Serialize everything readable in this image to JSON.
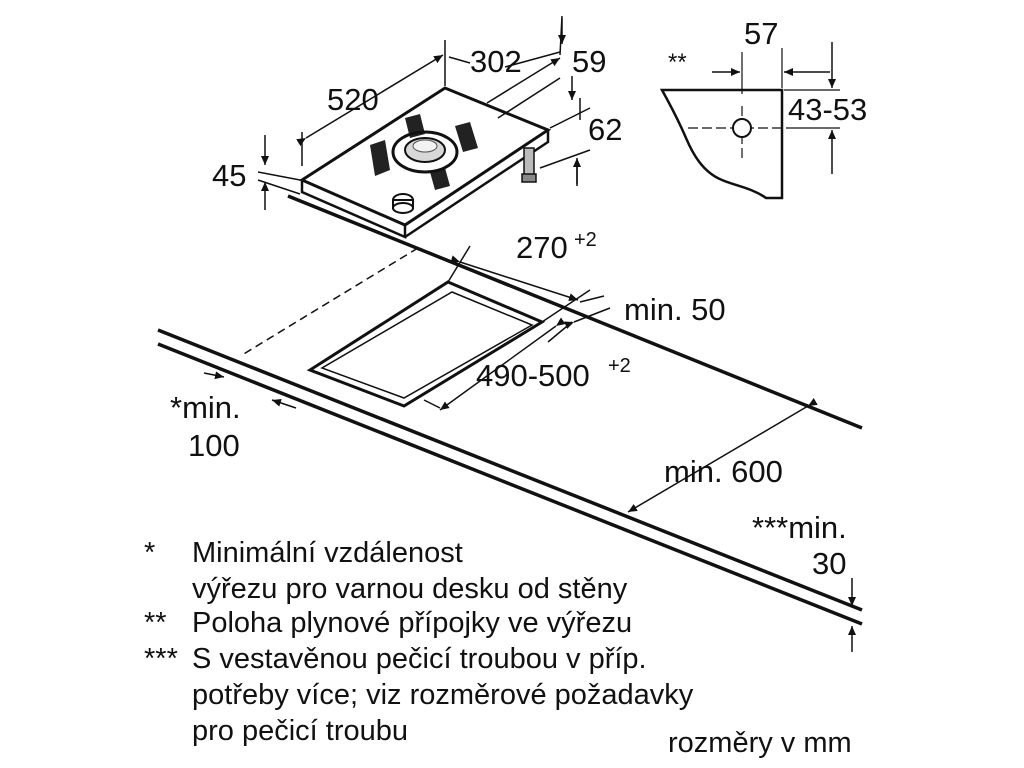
{
  "dimensions": {
    "w302": "302",
    "w59": "59",
    "w520": "520",
    "w62": "62",
    "w45": "45",
    "w57": "57",
    "w43_53": "43-53",
    "w270": "270",
    "w270_tol": "+2",
    "min50": "min. 50",
    "w490_500": "490-500",
    "w490_tol": "+2",
    "min100_a": "*min.",
    "min100_b": "100",
    "min600": "min. 600",
    "min30_a": "***min.",
    "min30_b": "30",
    "double_star": "**"
  },
  "legend": [
    {
      "mark": "*",
      "lines": [
        "Minimální vzdálenost",
        "výřezu pro varnou desku od stěny"
      ]
    },
    {
      "mark": "**",
      "lines": [
        "Poloha plynové přípojky ve výřezu"
      ]
    },
    {
      "mark": "***",
      "lines": [
        "S vestavěnou pečicí troubou v příp.",
        "potřeby více; viz rozměrové požadavky",
        "pro pečicí troubu"
      ]
    }
  ],
  "units_note": "rozměry v mm"
}
